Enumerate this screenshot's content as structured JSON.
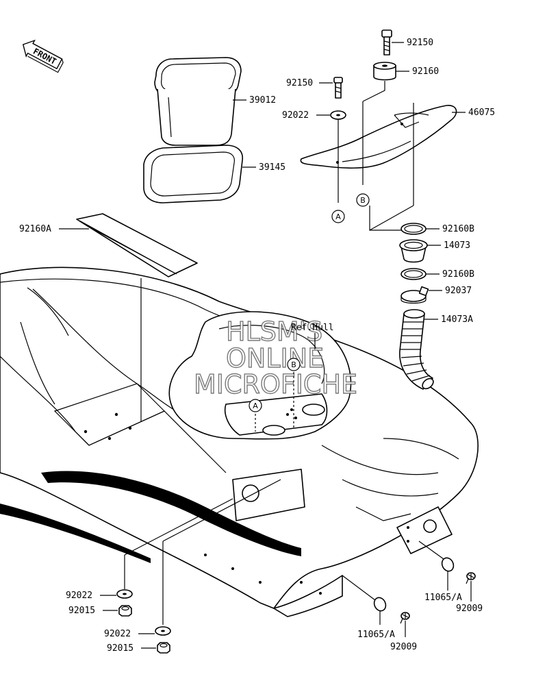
{
  "direction_tag": "FRONT",
  "watermark": [
    "HLSM'S",
    "ONLINE",
    "MICROFICHE"
  ],
  "ref_note": "Ref.Hull",
  "markers": {
    "a": "A",
    "b": "B"
  },
  "parts": {
    "p92150_top": "92150",
    "p92160": "92160",
    "p92150_mid": "92150",
    "p92022_top": "92022",
    "p46075": "46075",
    "p39012": "39012",
    "p39145": "39145",
    "p92160A": "92160A",
    "p92160B_1": "92160B",
    "p14073": "14073",
    "p92160B_2": "92160B",
    "p92037": "92037",
    "p14073A": "14073A",
    "p92022_b1": "92022",
    "p92015_b1": "92015",
    "p92022_b2": "92022",
    "p92015_b2": "92015",
    "p11065A_r": "11065/A",
    "p92009_r": "92009",
    "p11065A_c": "11065/A",
    "p92009_c": "92009"
  }
}
